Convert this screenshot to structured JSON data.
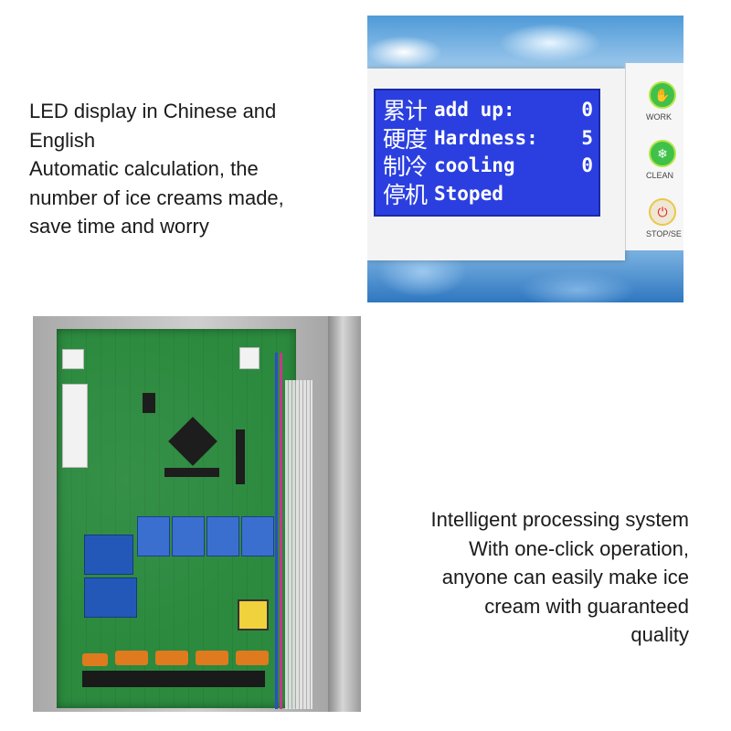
{
  "top_text": {
    "lines": [
      "LED display in Chinese and",
      "English",
      "Automatic calculation, the",
      "number of ice creams made,",
      "save time and worry"
    ]
  },
  "bottom_text": {
    "lines": [
      "Intelligent processing system",
      "With one-click operation,",
      "anyone can easily make ice",
      "cream with guaranteed",
      "quality"
    ]
  },
  "lcd": {
    "rows": [
      {
        "cn": "累计",
        "en": "add up:",
        "value": "0"
      },
      {
        "cn": "硬度",
        "en": "Hardness:",
        "value": "5"
      },
      {
        "cn": "制冷",
        "en": "cooling",
        "value": "0"
      },
      {
        "cn": "停机",
        "en": "Stoped",
        "value": ""
      }
    ],
    "screen_color": "#2b3fe0"
  },
  "controls": {
    "work_label": "WORK",
    "clean_label": "CLEAN",
    "stop_label": "STOP/SE",
    "work_icon": "hand-icon",
    "clean_icon": "snowflake-icon",
    "stop_icon": "power-icon"
  },
  "colors": {
    "pcb": "#2b8a3e",
    "relay": "#3a6fcf",
    "capacitor": "#e07a1e"
  }
}
